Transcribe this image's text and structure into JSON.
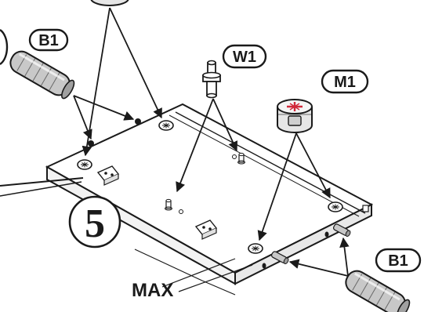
{
  "step": {
    "number": "5"
  },
  "parts": {
    "dowel_top_left": "B1",
    "dowel_bottom_right": "B1",
    "wooden_pin": "W1",
    "cam_lock": "M1"
  },
  "dimension_label": "MAX",
  "colors": {
    "ink": "#1a1a1a",
    "panel_top": "#ffffff",
    "panel_edge": "#f0f0f0",
    "dowel_fill": "#c8c8c8",
    "cam_accent": "#d0283a"
  }
}
